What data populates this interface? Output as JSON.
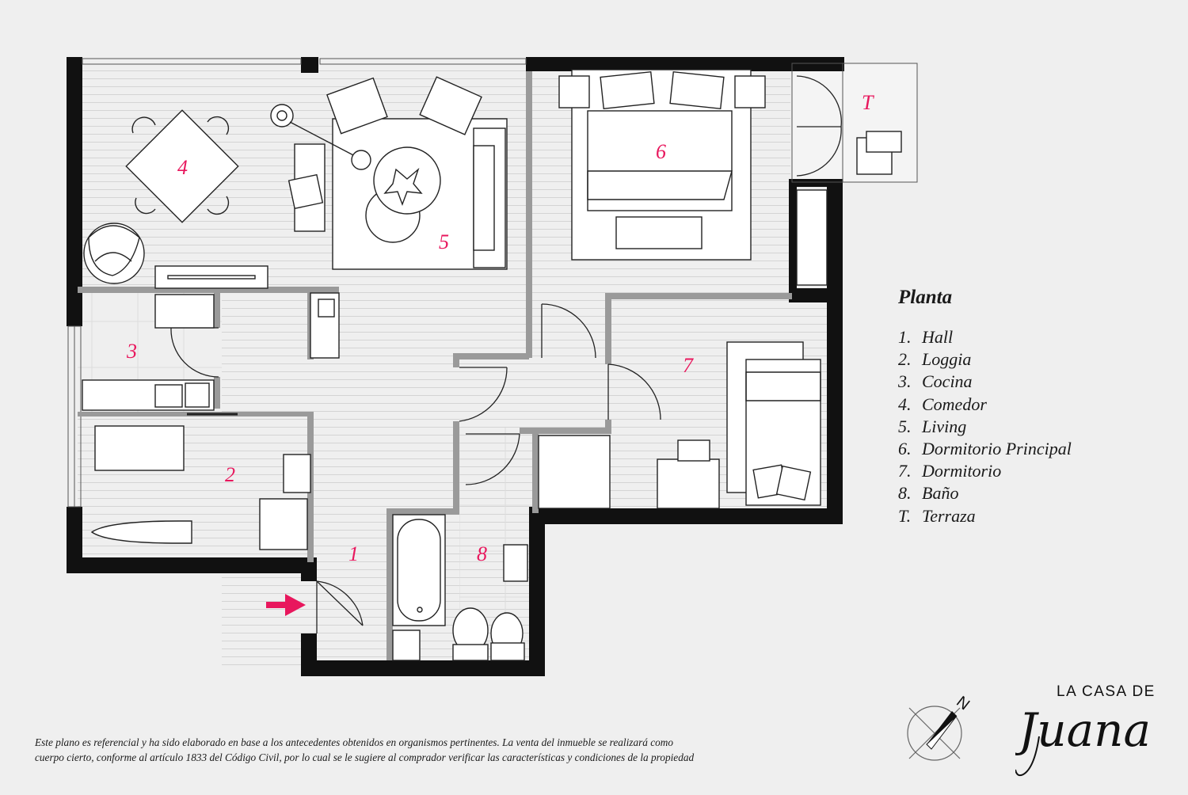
{
  "legend": {
    "title": "Planta",
    "items": [
      {
        "num": "1.",
        "name": "Hall"
      },
      {
        "num": "2.",
        "name": "Loggia"
      },
      {
        "num": "3.",
        "name": "Cocina"
      },
      {
        "num": "4.",
        "name": "Comedor"
      },
      {
        "num": "5.",
        "name": "Living"
      },
      {
        "num": "6.",
        "name": "Dormitorio Principal"
      },
      {
        "num": "7.",
        "name": "Dormitorio"
      },
      {
        "num": "8.",
        "name": "Baño"
      },
      {
        "num": "T.",
        "name": "Terraza"
      }
    ]
  },
  "rooms": {
    "r1": "1",
    "r2": "2",
    "r3": "3",
    "r4": "4",
    "r5": "5",
    "r6": "6",
    "r7": "7",
    "r8": "8",
    "rT": "T"
  },
  "disclaimer": {
    "line1": "Este plano es referencial y ha sido elaborado en base a los antecedentes obtenidos en organismos pertinentes.  La venta del inmueble se realizará como",
    "line2": "cuerpo cierto, conforme al artículo 1833 del Código Civil, por lo cual se le sugiere al comprador verificar las características y condiciones de la propiedad"
  },
  "compass": {
    "letter": "N"
  },
  "brand": {
    "top": "LA CASA DE",
    "script": "Juana"
  },
  "colors": {
    "accent": "#e8175d",
    "wall": "#111111",
    "partition": "#999999",
    "background": "#efefef"
  }
}
